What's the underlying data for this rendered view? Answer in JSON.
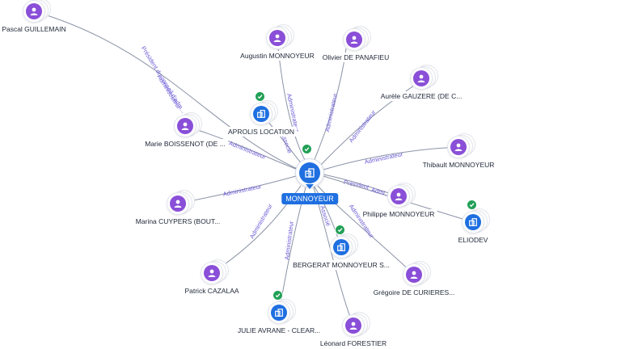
{
  "center": {
    "name": "MONNOYEUR",
    "badge": "verified"
  },
  "nodes": [
    {
      "id": "pascal",
      "name": "Pascal GUILLEMAIN",
      "type": "person",
      "icon": "person-icon"
    },
    {
      "id": "augustin",
      "name": "Augustin MONNOYEUR",
      "type": "person",
      "icon": "person-icon"
    },
    {
      "id": "olivier",
      "name": "Olivier DE PANAFIEU",
      "type": "person",
      "icon": "person-icon"
    },
    {
      "id": "aurele",
      "name": "Aurèle GAUZERE (DE C...",
      "type": "person",
      "icon": "person-icon"
    },
    {
      "id": "aprolis",
      "name": "APROLIS LOCATION",
      "type": "company",
      "icon": "building-icon",
      "verified": true
    },
    {
      "id": "marie",
      "name": "Marie BOISSENOT (DE ...",
      "type": "person",
      "icon": "person-icon"
    },
    {
      "id": "thibault",
      "name": "Thibault MONNOYEUR",
      "type": "person",
      "icon": "person-icon"
    },
    {
      "id": "philippe",
      "name": "Philippe MONNOYEUR",
      "type": "person",
      "icon": "person-icon"
    },
    {
      "id": "eliodev",
      "name": "ELIODEV",
      "type": "company",
      "icon": "building-icon",
      "verified": true
    },
    {
      "id": "marina",
      "name": "Marina CUYPERS (BOUT...",
      "type": "person",
      "icon": "person-icon"
    },
    {
      "id": "bergerat",
      "name": "BERGERAT MONNOYEUR S...",
      "type": "company",
      "icon": "building-icon",
      "verified": true
    },
    {
      "id": "gregoire",
      "name": "Grégoire DE CURIERES...",
      "type": "person",
      "icon": "person-icon"
    },
    {
      "id": "patrick",
      "name": "Patrick CAZALAA",
      "type": "person",
      "icon": "person-icon"
    },
    {
      "id": "julie",
      "name": "JULIE AVRANE - CLEAR...",
      "type": "company",
      "icon": "building-icon",
      "verified": true
    },
    {
      "id": "leonard",
      "name": "Léonard FORESTIER",
      "type": "person",
      "icon": "person-icon"
    }
  ],
  "edges": [
    {
      "id": "e-pascal",
      "from": "pascal",
      "label": "Président du conseil d'adm..."
    },
    {
      "id": "e-pascal-2",
      "from": "pascal",
      "label": "Administrateur"
    },
    {
      "id": "e-augustin",
      "from": "augustin",
      "label": "Administrateur"
    },
    {
      "id": "e-olivier",
      "from": "olivier",
      "label": "Administrateur"
    },
    {
      "id": "e-aurele",
      "from": "aurele",
      "label": "Administrateur"
    },
    {
      "id": "e-aprolis",
      "from": "aprolis",
      "label": "Associé"
    },
    {
      "id": "e-marie",
      "from": "marie",
      "label": "Administrateur"
    },
    {
      "id": "e-thibault",
      "from": "thibault",
      "label": "Administrateur"
    },
    {
      "id": "e-philippe",
      "from": "philippe",
      "label": "Président"
    },
    {
      "id": "e-eliodev",
      "from": "eliodev",
      "label": "Admi..."
    },
    {
      "id": "e-marina",
      "from": "marina",
      "label": "Administrateur"
    },
    {
      "id": "e-bergerat",
      "from": "bergerat",
      "label": "Associé"
    },
    {
      "id": "e-gregoire",
      "from": "gregoire",
      "label": "Administrateur"
    },
    {
      "id": "e-patrick",
      "from": "patrick",
      "label": "Administrateur"
    },
    {
      "id": "e-julie",
      "from": "julie",
      "label": "Administrateur"
    },
    {
      "id": "e-leonard",
      "from": "leonard",
      "label": ""
    }
  ],
  "colors": {
    "person": "#8a4fd8",
    "company": "#1f6fe0",
    "verified": "#21a056",
    "edge_label": "#6b5bd6"
  }
}
